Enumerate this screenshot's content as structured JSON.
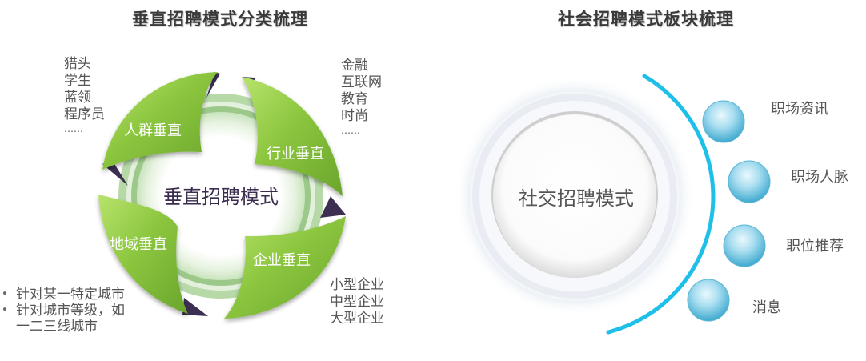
{
  "left_panel": {
    "title": "垂直招聘模式分类梳理",
    "center_label": "垂直招聘模式",
    "segments": [
      {
        "label": "人群垂直",
        "items": [
          "猎头",
          "学生",
          "蓝领",
          "程序员",
          "……"
        ]
      },
      {
        "label": "行业垂直",
        "items": [
          "金融",
          "互联网",
          "教育",
          "时尚",
          "……"
        ]
      },
      {
        "label": "企业垂直",
        "items": [
          "小型企业",
          "中型企业",
          "大型企业"
        ]
      },
      {
        "label": "地域垂直",
        "bullets": [
          "针对某一特定城市",
          "针对城市等级，如一二三线城市"
        ]
      }
    ],
    "colors": {
      "leaf_green": "#8cc63f",
      "leaf_light": "#b5e06a",
      "leaf_shadow": "#3d2f52",
      "ring": "#9fcf8e"
    }
  },
  "right_panel": {
    "title": "社会招聘模式板块梳理",
    "center_label": "社交招聘模式",
    "nodes": [
      {
        "label": "职场资讯"
      },
      {
        "label": "职场人脉"
      },
      {
        "label": "职位推荐"
      },
      {
        "label": "消息"
      }
    ],
    "colors": {
      "arc": "#1ec0ea",
      "sphere": "#6cc7e2",
      "sphere_highlight": "#dff3fb"
    }
  }
}
